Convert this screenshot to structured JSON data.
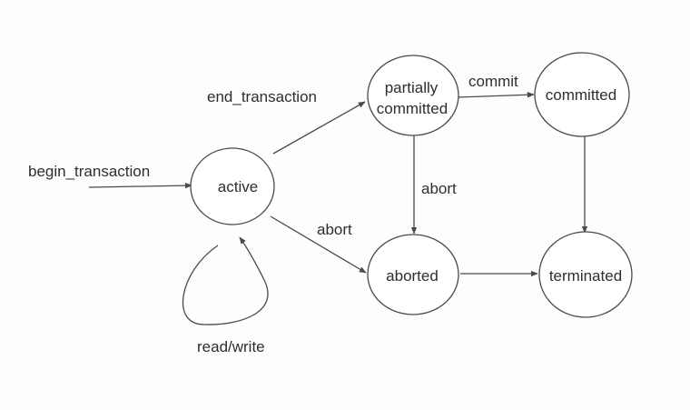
{
  "colors": {
    "line": "#4a4a4a",
    "text": "#2e2e2e",
    "background": "#fdfdfd"
  },
  "states": {
    "active": "active",
    "partially_committed_line1": "partially",
    "partially_committed_line2": "committed",
    "committed": "committed",
    "aborted": "aborted",
    "terminated": "terminated"
  },
  "transitions": {
    "begin_transaction": "begin_transaction",
    "end_transaction": "end_transaction",
    "commit": "commit",
    "abort_from_partially_committed": "abort",
    "abort_from_active": "abort",
    "read_write": "read/write"
  }
}
